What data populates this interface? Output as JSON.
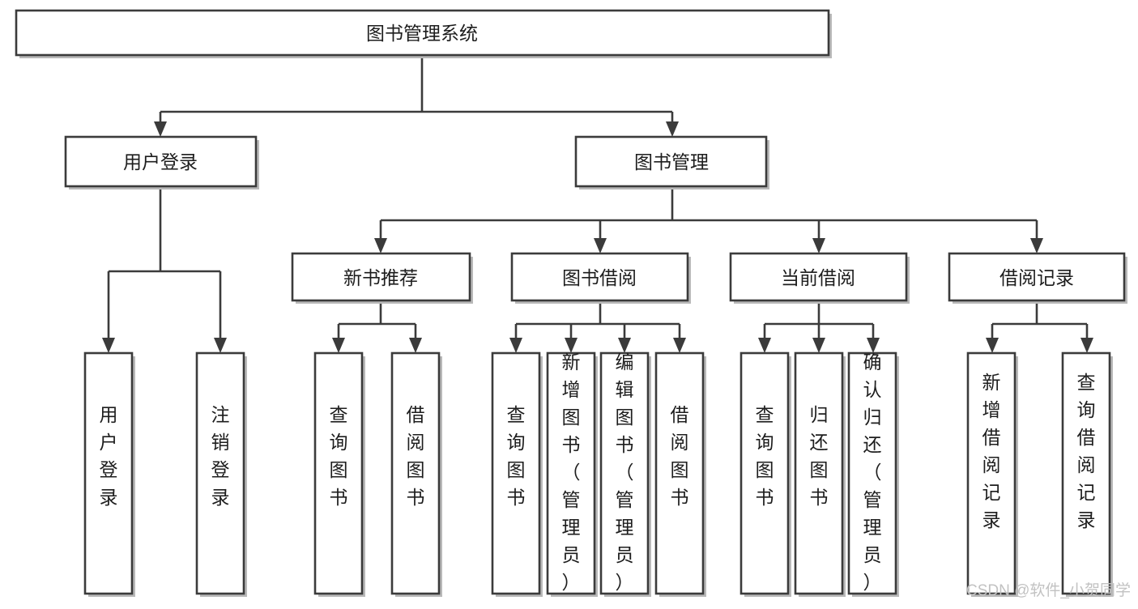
{
  "diagram": {
    "title": "图书管理系统",
    "type": "tree-hierarchy",
    "root": {
      "id": "root",
      "label": "图书管理系统"
    },
    "level2": [
      {
        "id": "user-login",
        "label": "用户登录"
      },
      {
        "id": "book-manage",
        "label": "图书管理"
      }
    ],
    "level3": [
      {
        "id": "new-book-recommend",
        "label": "新书推荐"
      },
      {
        "id": "book-borrow",
        "label": "图书借阅"
      },
      {
        "id": "current-borrow",
        "label": "当前借阅"
      },
      {
        "id": "borrow-record",
        "label": "借阅记录"
      }
    ],
    "leaves": {
      "user_login": [
        {
          "id": "leaf-user-login",
          "label": "用户登录"
        },
        {
          "id": "leaf-logout-login",
          "label": "注销登录"
        }
      ],
      "new_book_recommend": [
        {
          "id": "leaf-query-book-1",
          "label": "查询图书"
        },
        {
          "id": "leaf-borrow-book-1",
          "label": "借阅图书"
        }
      ],
      "book_borrow": [
        {
          "id": "leaf-query-book-2",
          "label": "查询图书"
        },
        {
          "id": "leaf-add-book",
          "label": "新增图书（管理员）"
        },
        {
          "id": "leaf-edit-book",
          "label": "编辑图书（管理员）"
        },
        {
          "id": "leaf-borrow-book-2",
          "label": "借阅图书"
        }
      ],
      "current_borrow": [
        {
          "id": "leaf-query-book-3",
          "label": "查询图书"
        },
        {
          "id": "leaf-return-book",
          "label": "归还图书"
        },
        {
          "id": "leaf-confirm-return",
          "label": "确认归还（管理员）"
        }
      ],
      "borrow_record": [
        {
          "id": "leaf-add-record",
          "label": "新增借阅记录"
        },
        {
          "id": "leaf-query-record",
          "label": "查询借阅记录"
        }
      ]
    }
  },
  "watermark": {
    "text": "CSDN @软件_小贺同学"
  },
  "colors": {
    "box_stroke": "#3b3b3b",
    "box_fill": "#ffffff",
    "text": "#1d1d1d",
    "watermark": "#c2c2c2",
    "background": "#ffffff"
  }
}
